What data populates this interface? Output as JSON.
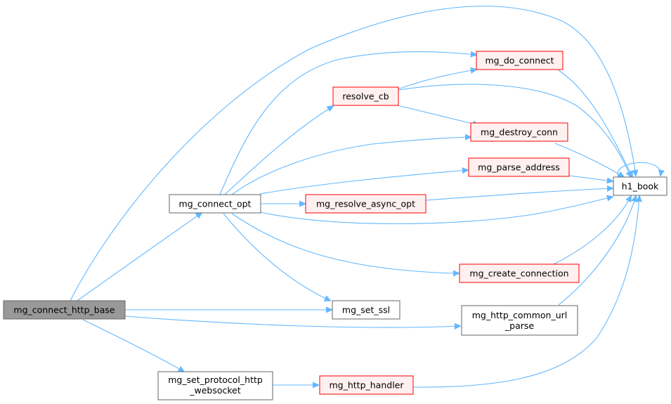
{
  "colors": {
    "edge": "#63b8ff",
    "root_fill": "#999999",
    "root_border": "#666666",
    "red_border": "#ff0000",
    "red_fill": "#fff0f0",
    "black_border": "#666666",
    "white_fill": "#ffffff"
  },
  "nodes": {
    "mg_connect_http_base": "mg_connect_http_base",
    "mg_connect_opt": "mg_connect_opt",
    "mg_set_protocol_http_websocket": [
      "mg_set_protocol_http",
      "_websocket"
    ],
    "mg_do_connect": "mg_do_connect",
    "resolve_cb": "resolve_cb",
    "mg_destroy_conn": "mg_destroy_conn",
    "mg_parse_address": "mg_parse_address",
    "mg_resolve_async_opt": "mg_resolve_async_opt",
    "mg_create_connection": "mg_create_connection",
    "mg_set_ssl": "mg_set_ssl",
    "mg_http_common_url_parse": [
      "mg_http_common_url",
      "_parse"
    ],
    "mg_http_handler": "mg_http_handler",
    "h1_book": "h1_book"
  }
}
